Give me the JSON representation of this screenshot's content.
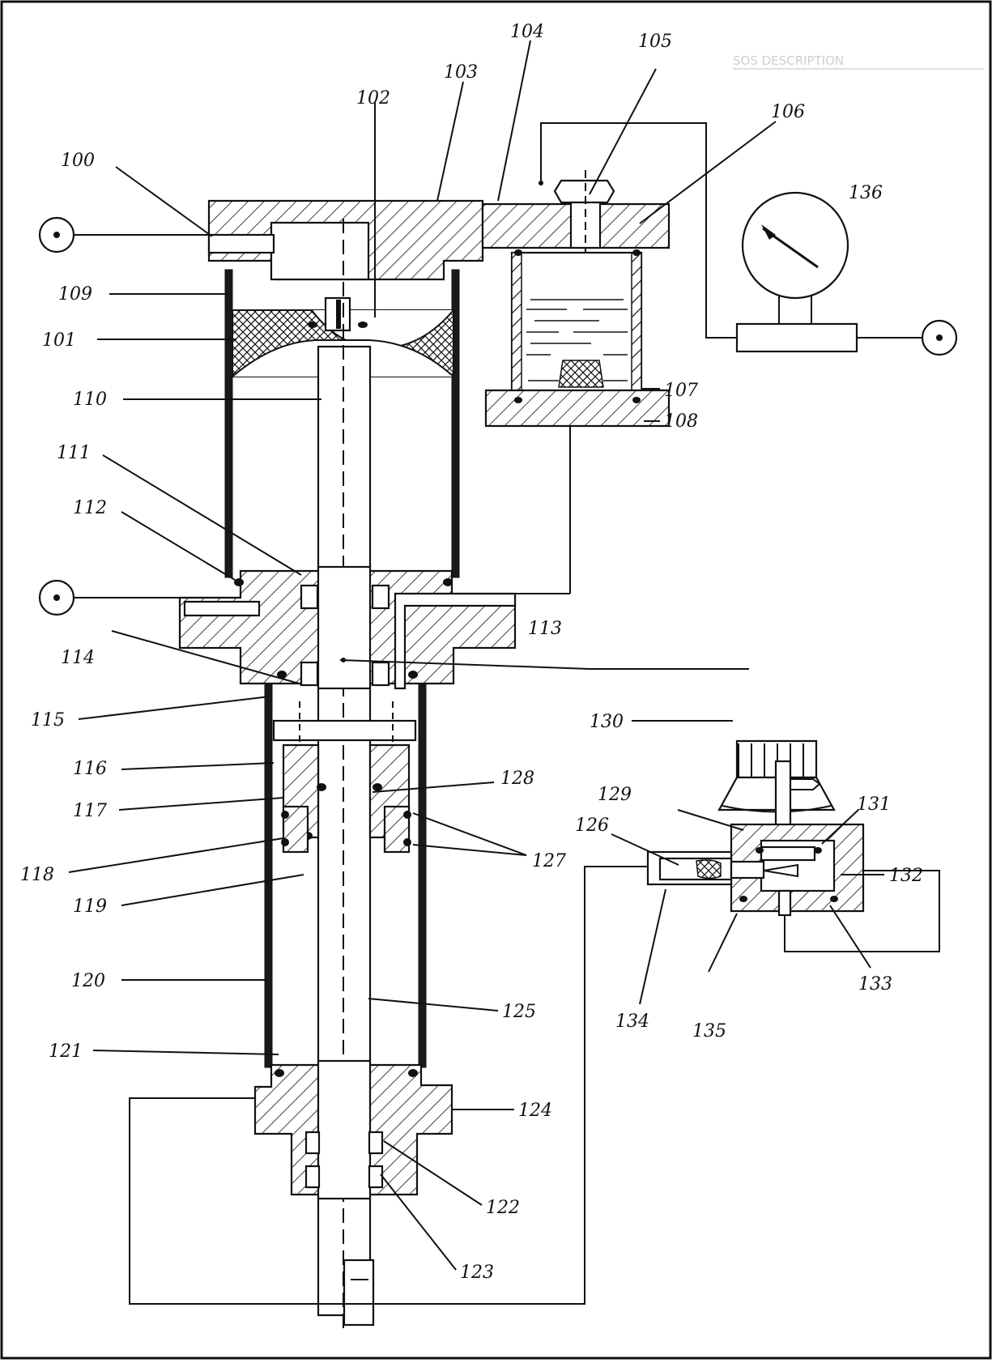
{
  "figure": {
    "labels": {
      "l100": "100",
      "l101": "101",
      "l102": "102",
      "l103": "103",
      "l104": "104",
      "l105": "105",
      "l106": "106",
      "l107": "107",
      "l108": "108",
      "l109": "109",
      "l110": "110",
      "l111": "111",
      "l112": "112",
      "l113": "113",
      "l114": "114",
      "l115": "115",
      "l116": "116",
      "l117": "117",
      "l118": "118",
      "l119": "119",
      "l120": "120",
      "l121": "121",
      "l122": "122",
      "l123": "123",
      "l124": "124",
      "l125": "125",
      "l126": "126",
      "l127": "127",
      "l128": "128",
      "l129": "129",
      "l130": "130",
      "l131": "131",
      "l132": "132",
      "l133": "133",
      "l134": "134",
      "l135": "135",
      "l136": "136"
    },
    "background_header": "SOS  DESCRIPTION",
    "colors": {
      "ink": "#111111",
      "paper": "#ffffff",
      "faint_text": "#cfcfcf"
    }
  }
}
